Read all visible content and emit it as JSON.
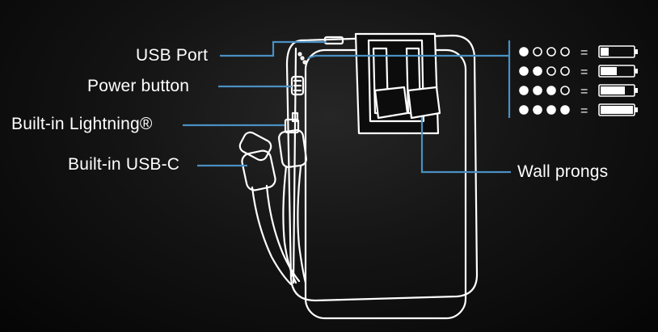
{
  "labels": {
    "usb_port": "USB Port",
    "power_button": "Power button",
    "lightning": "Built-in Lightning®",
    "usbc": "Built-in USB-C",
    "wall_prongs": "Wall prongs"
  },
  "led_legend": [
    {
      "leds_lit": 1,
      "equals": "=",
      "battery_level": 0.25
    },
    {
      "leds_lit": 2,
      "equals": "=",
      "battery_level": 0.5
    },
    {
      "leds_lit": 3,
      "equals": "=",
      "battery_level": 0.75
    },
    {
      "leds_lit": 4,
      "equals": "=",
      "battery_level": 1.0
    }
  ],
  "colors": {
    "background": "#0c0c0c",
    "callout": "#4a90c2",
    "outline": "#ffffff"
  },
  "icons": [
    "power-bank-device",
    "wall-prongs",
    "lightning-cable",
    "usbc-cable",
    "led-dot",
    "battery-icon"
  ]
}
